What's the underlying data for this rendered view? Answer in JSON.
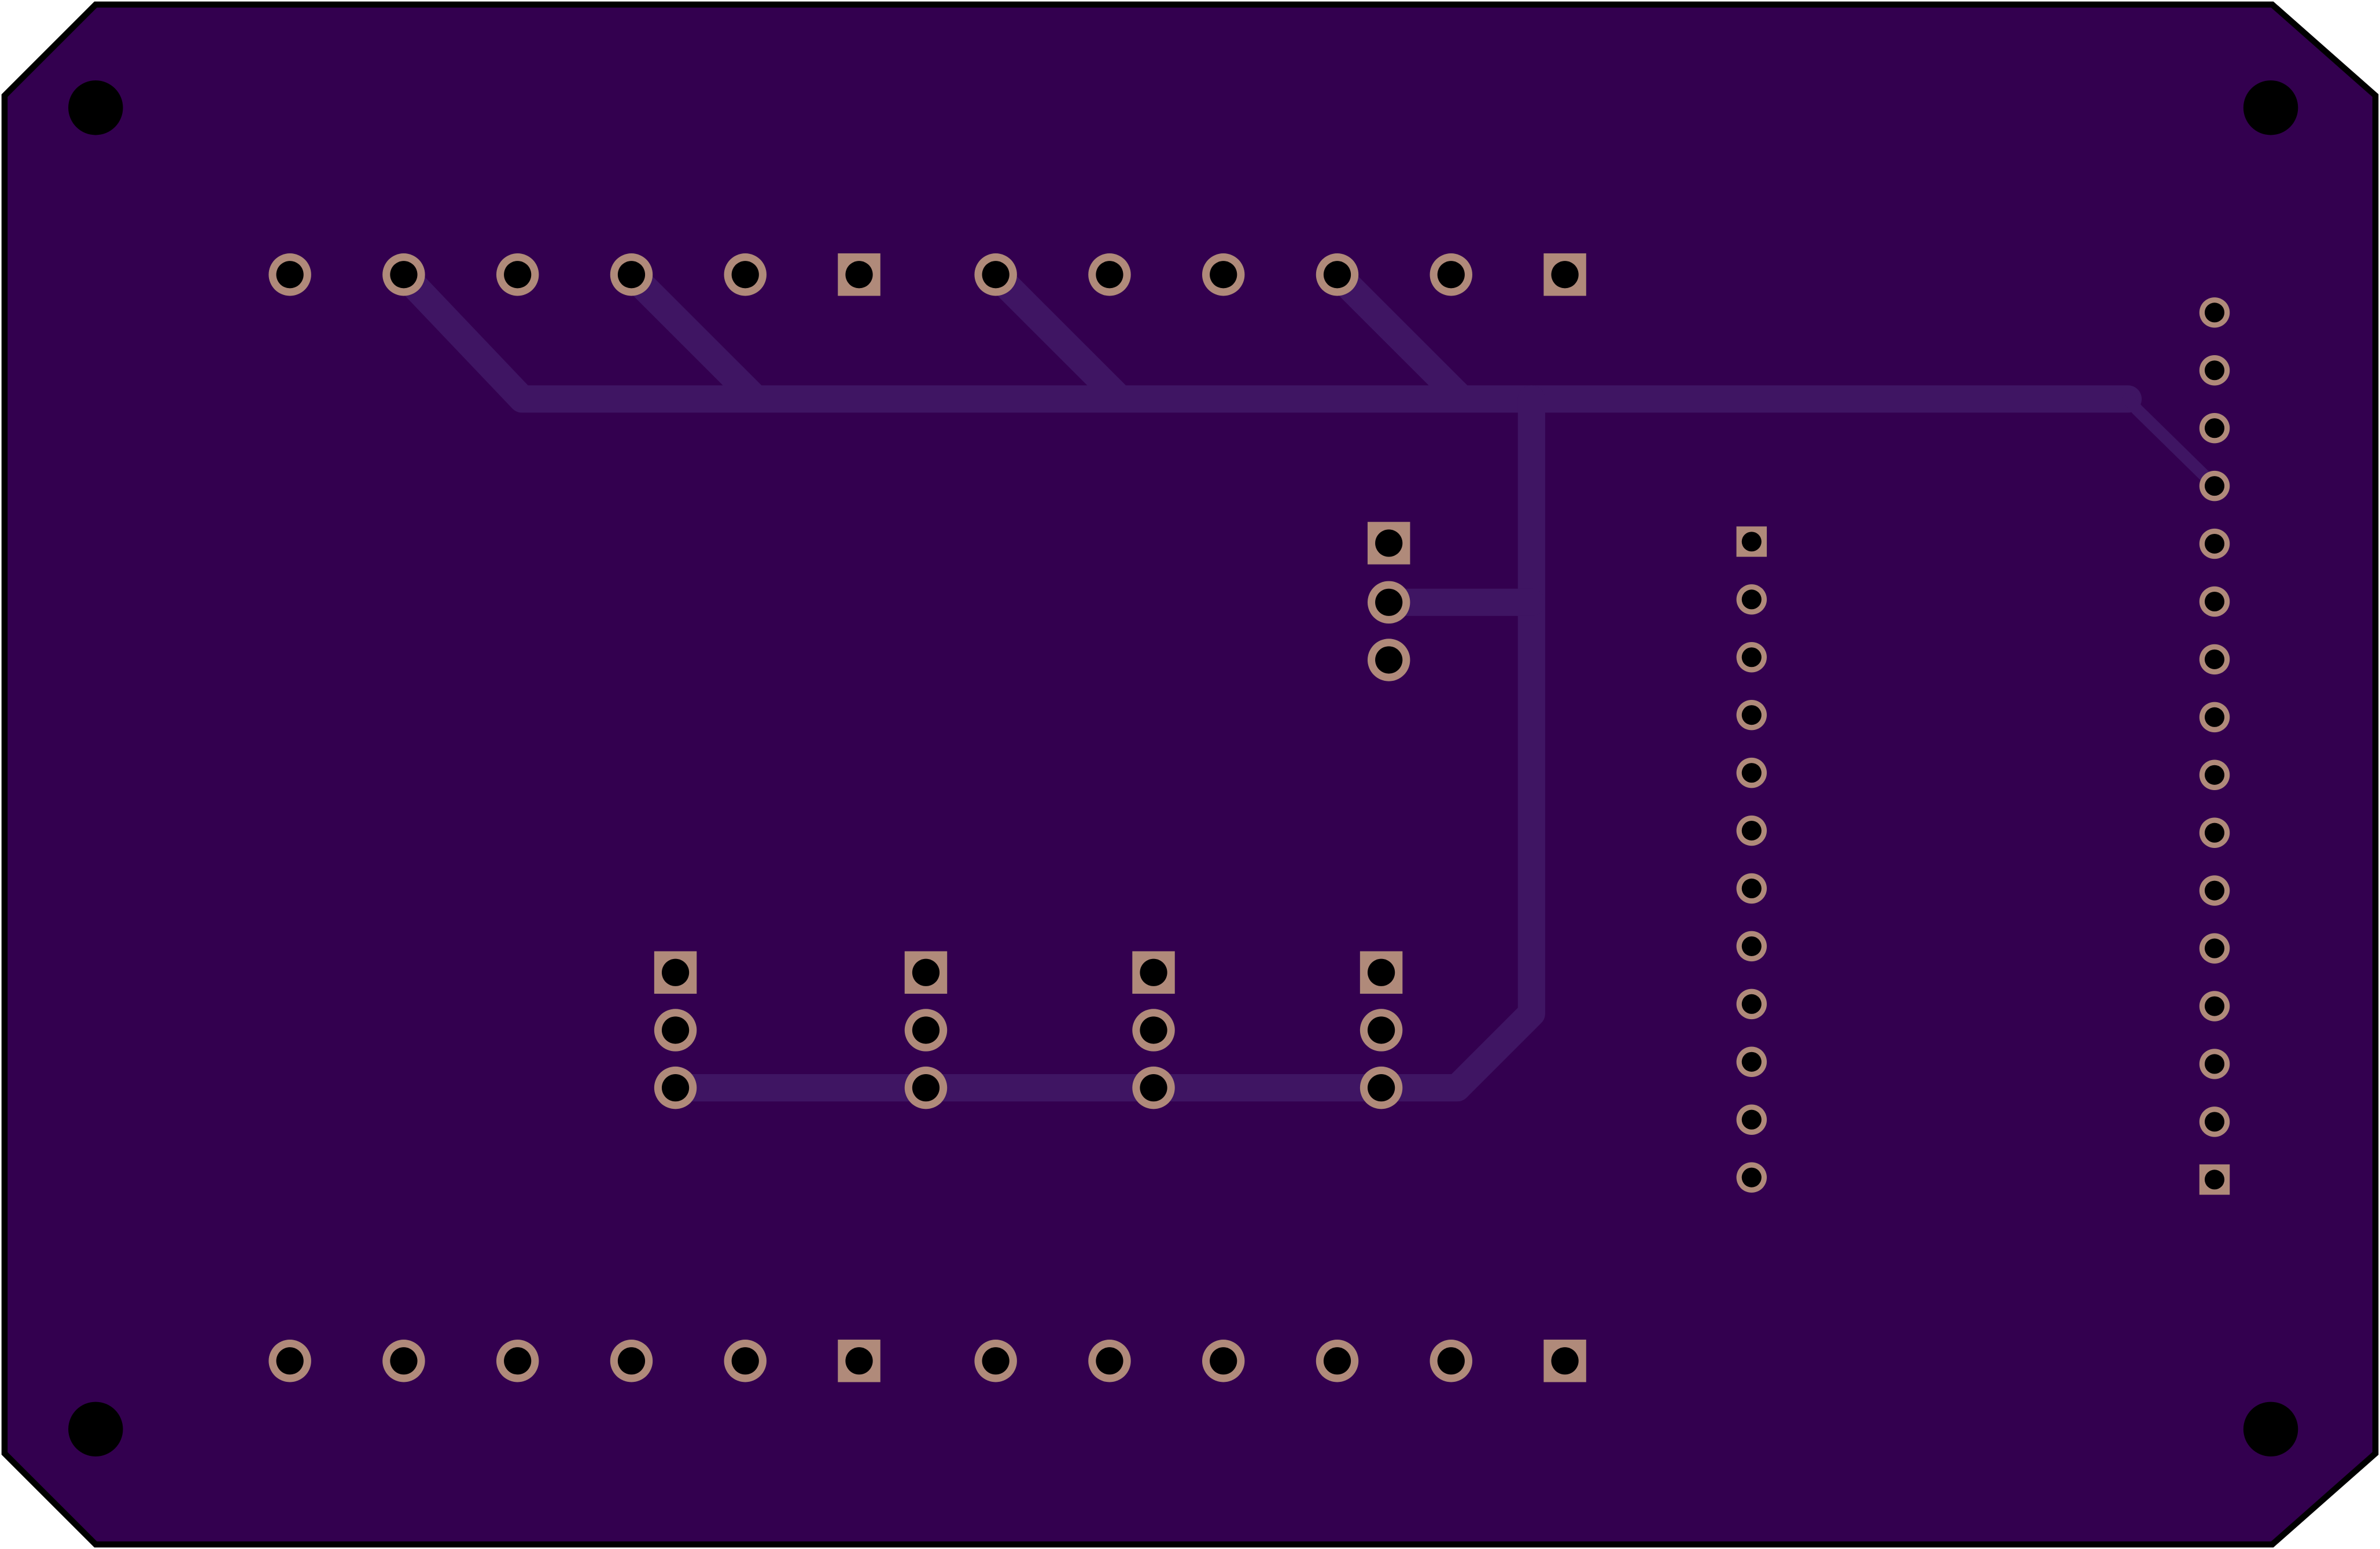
{
  "board": {
    "colors": {
      "substrate": "#33004f",
      "outline": "#000000",
      "copper_trace": "#3f1563",
      "pad_ring": "#b08a7a",
      "drill": "#000000"
    },
    "icon_names": {
      "mounting_hole": "mounting-hole-icon",
      "round_pad": "round-pad-icon",
      "square_pad": "square-pad-icon"
    },
    "mounting_hole_count": 4,
    "connectors": [
      {
        "name": "header-top-left",
        "pin_count": 6,
        "pin1": "square"
      },
      {
        "name": "header-top-right",
        "pin_count": 6,
        "pin1": "square"
      },
      {
        "name": "header-bottom-left",
        "pin_count": 6,
        "pin1": "square"
      },
      {
        "name": "header-bottom-right",
        "pin_count": 6,
        "pin1": "square"
      },
      {
        "name": "header-3pin-middle",
        "pin_count": 3,
        "pin1": "square"
      },
      {
        "name": "header-3pin-row-a",
        "pin_count": 3,
        "pin1": "square"
      },
      {
        "name": "header-3pin-row-b",
        "pin_count": 3,
        "pin1": "square"
      },
      {
        "name": "header-3pin-row-c",
        "pin_count": 3,
        "pin1": "square"
      },
      {
        "name": "header-3pin-row-d",
        "pin_count": 3,
        "pin1": "square"
      },
      {
        "name": "module-header-left",
        "pin_count": 12,
        "pin1": "square"
      },
      {
        "name": "module-header-right",
        "pin_count": 16,
        "pin1": "square"
      }
    ],
    "trace_count": 4
  }
}
